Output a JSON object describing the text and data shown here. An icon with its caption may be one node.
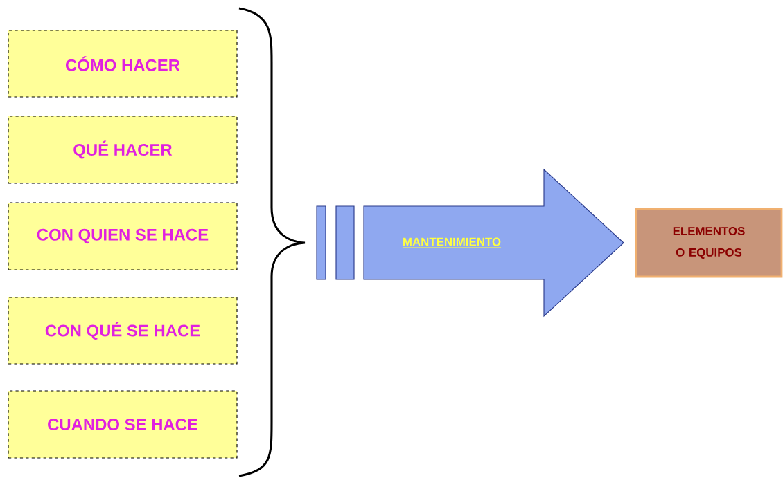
{
  "diagram": {
    "nodes": [
      {
        "text": [
          "CÓMO HACER"
        ]
      },
      {
        "text": [
          "QUÉ HACER"
        ]
      },
      {
        "text": [
          "CON QUIEN SE HACE"
        ]
      },
      {
        "text": [
          "CON QUÉ SE HACE"
        ]
      },
      {
        "text": [
          "CUANDO SE HACE"
        ]
      },
      {
        "text": [
          "MANTENIMIENTO"
        ]
      },
      {
        "text": [
          "ELEMENTOS O EQUIPOS"
        ]
      }
    ]
  }
}
